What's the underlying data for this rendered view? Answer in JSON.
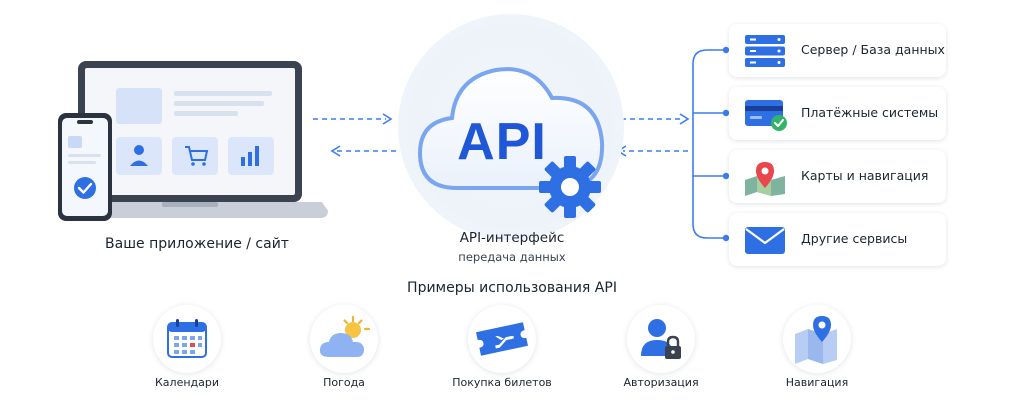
{
  "app_label": "Ваше приложение / сайт",
  "api": {
    "badge": "API",
    "title": "API-интерфейс",
    "subtitle": "передача данных"
  },
  "services": [
    {
      "label": "Сервер / База данных",
      "icon": "server-icon"
    },
    {
      "label": "Платёжные системы",
      "icon": "payment-card-icon"
    },
    {
      "label": "Карты и навигация",
      "icon": "map-pin-icon"
    },
    {
      "label": "Другие сервисы",
      "icon": "mail-icon"
    }
  ],
  "examples_title": "Примеры использования API",
  "examples": [
    {
      "label": "Календари",
      "icon": "calendar-icon"
    },
    {
      "label": "Погода",
      "icon": "weather-icon"
    },
    {
      "label": "Покупка билетов",
      "icon": "ticket-icon"
    },
    {
      "label": "Авторизация",
      "icon": "user-lock-icon"
    },
    {
      "label": "Навигация",
      "icon": "map-icon"
    }
  ],
  "colors": {
    "primary": "#1f57d6",
    "accent": "#3b7df0",
    "light": "#dbe6fb",
    "green": "#34b36b",
    "red": "#e8484c"
  }
}
